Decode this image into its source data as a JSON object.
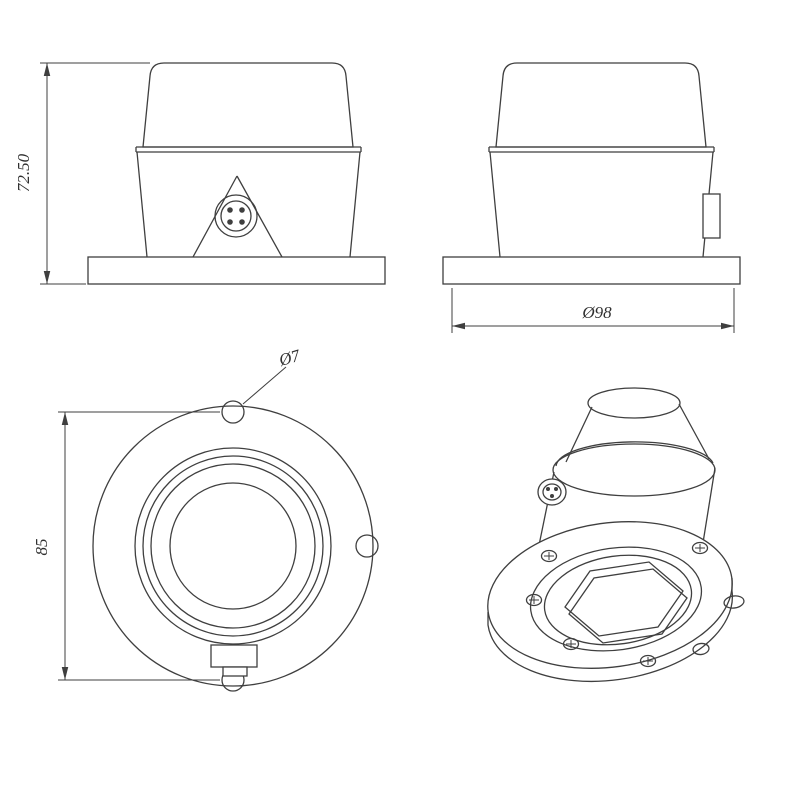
{
  "page": {
    "background": "#ffffff",
    "line_color": "#3f3f3f"
  },
  "drawing": {
    "type": "engineering_drawing",
    "views": {
      "front": {
        "name": "front-view",
        "dimensions": {
          "height": "72.50"
        }
      },
      "side": {
        "name": "side-view",
        "dimensions": {
          "flange_diameter": "Ø98"
        }
      },
      "bottom": {
        "name": "bottom-view",
        "dimensions": {
          "hole_diameter": "Ø7",
          "bolt_spacing": "85"
        }
      },
      "isometric": {
        "name": "isometric-view"
      }
    }
  }
}
